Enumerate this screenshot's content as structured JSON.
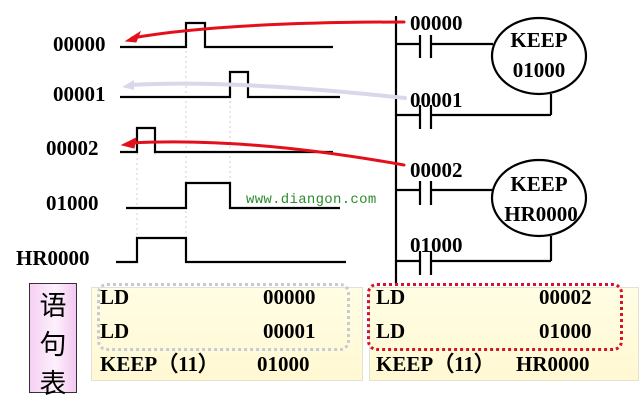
{
  "timing_diagram": {
    "signals": [
      {
        "name": "00000",
        "pulse": [
          186,
          205
        ]
      },
      {
        "name": "00001",
        "pulse": [
          230,
          248
        ]
      },
      {
        "name": "00002",
        "pulse": [
          137,
          155
        ]
      },
      {
        "name": "01000",
        "pulse": [
          186,
          230
        ]
      },
      {
        "name": "HR0000",
        "pulse": [
          137,
          186
        ]
      }
    ]
  },
  "ladder": {
    "rung1": {
      "contact_set": "00000",
      "contact_reset": "00001",
      "coil_instr": "KEEP",
      "coil_addr": "01000"
    },
    "rung2": {
      "contact_set": "00002",
      "contact_reset": "01000",
      "coil_instr": "KEEP",
      "coil_addr": "HR0000"
    }
  },
  "watermark": "www.diangon.com",
  "statement_table": {
    "title_chars": [
      "语",
      "句",
      "表"
    ],
    "left": [
      {
        "op": "LD",
        "operand": "00000"
      },
      {
        "op": "LD",
        "operand": "00001"
      },
      {
        "op": "KEEP（11）",
        "operand": "01000"
      }
    ],
    "right": [
      {
        "op": "LD",
        "operand": "00002"
      },
      {
        "op": "LD",
        "operand": "01000"
      },
      {
        "op": "KEEP（11）",
        "operand": "HR0000"
      }
    ]
  },
  "colors": {
    "arrow_red": "#e3101c",
    "arrow_gray": "#d8d8ea",
    "watermark_green": "#2e8b2e",
    "panel_yellow": "#fffbe0",
    "tag_pink": "#f6d0f4"
  }
}
